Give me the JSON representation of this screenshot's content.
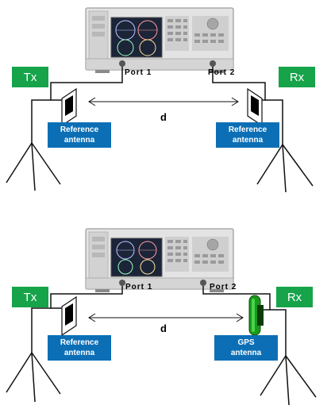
{
  "colors": {
    "tag_green": "#16a34a",
    "label_blue": "#0c6fb6",
    "gps_green": "#1a9a1a"
  },
  "scenes": [
    {
      "tx_tag": "Tx",
      "rx_tag": "Rx",
      "port1": "Port 1",
      "port2": "Port 2",
      "distance": "d",
      "left_antenna": {
        "line1": "Reference",
        "line2": "antenna"
      },
      "right_antenna": {
        "line1": "Reference",
        "line2": "antenna"
      }
    },
    {
      "tx_tag": "Tx",
      "rx_tag": "Rx",
      "port1": "Port 1",
      "port2": "Port 2",
      "distance": "d",
      "left_antenna": {
        "line1": "Reference",
        "line2": "antenna"
      },
      "right_antenna": {
        "line1": "GPS",
        "line2": "antenna"
      }
    }
  ]
}
